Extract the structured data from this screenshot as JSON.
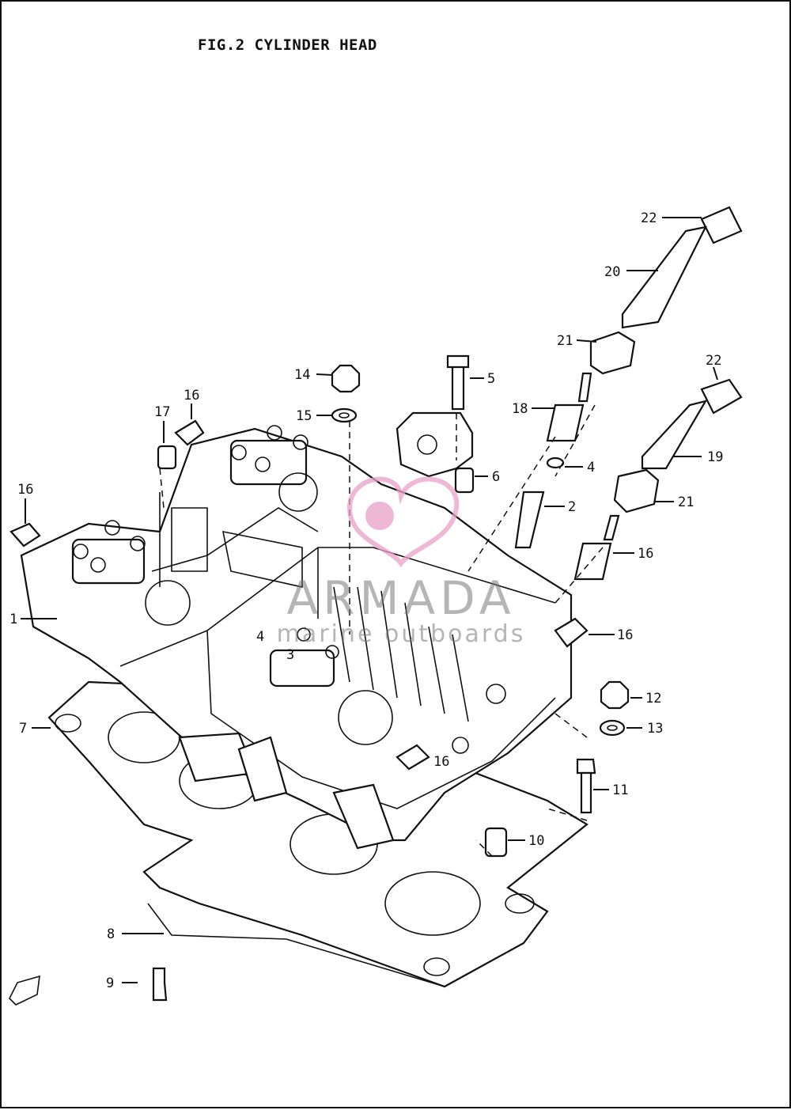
{
  "figure": {
    "title": "FIG.2  CYLINDER HEAD"
  },
  "callouts": [
    {
      "id": "c22a",
      "text": "22"
    },
    {
      "id": "c20",
      "text": "20"
    },
    {
      "id": "c21a",
      "text": "21"
    },
    {
      "id": "c22b",
      "text": "22"
    },
    {
      "id": "c14",
      "text": "14"
    },
    {
      "id": "c5",
      "text": "5"
    },
    {
      "id": "c16a",
      "text": "16"
    },
    {
      "id": "c17",
      "text": "17"
    },
    {
      "id": "c15",
      "text": "15"
    },
    {
      "id": "c18",
      "text": "18"
    },
    {
      "id": "c4a",
      "text": "4"
    },
    {
      "id": "c19",
      "text": "19"
    },
    {
      "id": "c6",
      "text": "6"
    },
    {
      "id": "c16b",
      "text": "16"
    },
    {
      "id": "c2",
      "text": "2"
    },
    {
      "id": "c21b",
      "text": "21"
    },
    {
      "id": "c16c",
      "text": "16"
    },
    {
      "id": "c1",
      "text": "1"
    },
    {
      "id": "c16d",
      "text": "16"
    },
    {
      "id": "c4b",
      "text": "4"
    },
    {
      "id": "c3",
      "text": "3"
    },
    {
      "id": "c12",
      "text": "12"
    },
    {
      "id": "c13",
      "text": "13"
    },
    {
      "id": "c7",
      "text": "7"
    },
    {
      "id": "c16e",
      "text": "16"
    },
    {
      "id": "c11",
      "text": "11"
    },
    {
      "id": "c10",
      "text": "10"
    },
    {
      "id": "c8",
      "text": "8"
    },
    {
      "id": "c9",
      "text": "9"
    }
  ],
  "watermark": {
    "brand": "ARMADA",
    "tagline": "marine outboards",
    "color": "#e8a0c8"
  }
}
